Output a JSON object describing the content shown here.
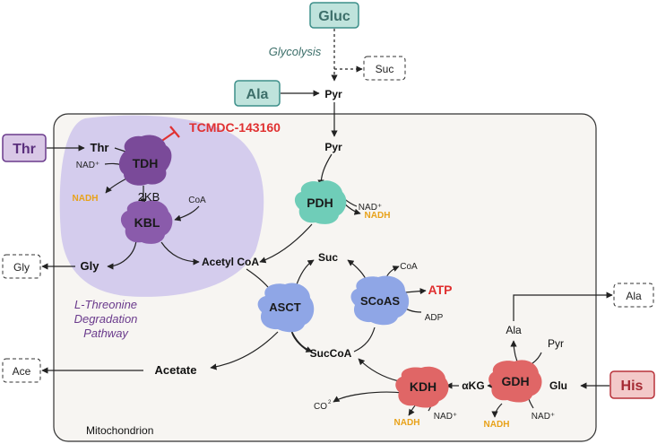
{
  "colors": {
    "teal": "#3d8f8a",
    "teal_fill": "#bfe3dc",
    "purple": "#6a3a8c",
    "purple_fill": "#d9c8e6",
    "red": "#b8323a",
    "red_fill": "#f3c9c9",
    "inhibitor_red": "#e03030",
    "nadh_yellow": "#e8a21a",
    "pathway_lavender": "#cfc8ec",
    "mito_bg": "#f7f5f2",
    "tdh": "#7a4a99",
    "kbl": "#8a5bab",
    "pdh": "#6fcdb8",
    "blue_enzyme": "#8fa6e6",
    "red_enzyme": "#e06666"
  },
  "inputs": {
    "gluc": "Gluc",
    "ala": "Ala",
    "thr": "Thr",
    "his": "His"
  },
  "outputs": {
    "suc": "Suc",
    "gly": "Gly",
    "ace": "Ace",
    "ala": "Ala"
  },
  "enzymes": {
    "tdh": "TDH",
    "kbl": "KBL",
    "pdh": "PDH",
    "asct": "ASCT",
    "scoas": "SCoAS",
    "kdh": "KDH",
    "gdh": "GDH"
  },
  "metabolites": {
    "pyr_top": "Pyr",
    "pyr_mito": "Pyr",
    "thr": "Thr",
    "two_kb": "2KB",
    "gly": "Gly",
    "acetyl_coa": "Acetyl CoA",
    "suc": "Suc",
    "succoa": "SucCoA",
    "acetate": "Acetate",
    "akg": "αKG",
    "glu": "Glu",
    "ala": "Ala",
    "pyr_gdh": "Pyr"
  },
  "cofactors": {
    "nad_tdh": "NAD⁺",
    "nadh_tdh": "NADH",
    "coa_kbl": "CoA",
    "nad_pdh": "NAD⁺",
    "nadh_pdh": "NADH",
    "coa_scoas": "CoA",
    "atp": "ATP",
    "adp": "ADP",
    "co2": "CO",
    "co2_sub": "2",
    "nadh_kdh": "NADH",
    "nad_kdh": "NAD⁺",
    "nadh_gdh": "NADH",
    "nad_gdh": "NAD⁺"
  },
  "labels": {
    "glycolysis": "Glycolysis",
    "inhibitor": "TCMDC-143160",
    "pathway_line1": "L-Threonine",
    "pathway_line2": "Degradation",
    "pathway_line3": "Pathway",
    "mitochondrion": "Mitochondrion"
  }
}
